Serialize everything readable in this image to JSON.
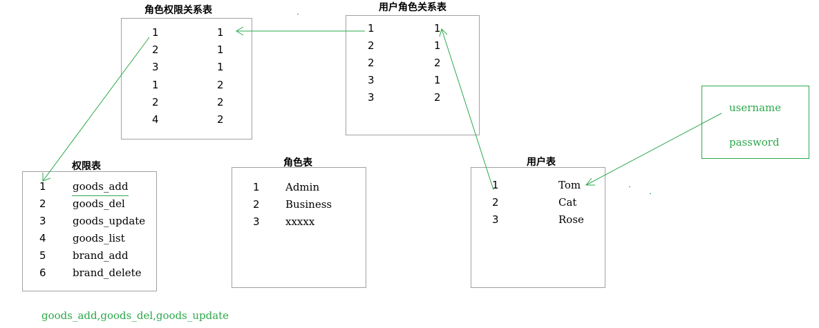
{
  "role_permission_table": {
    "title": "角色权限关系表",
    "rows": [
      [
        "1",
        "1"
      ],
      [
        "2",
        "1"
      ],
      [
        "3",
        "1"
      ],
      [
        "1",
        "2"
      ],
      [
        "2",
        "2"
      ],
      [
        "4",
        "2"
      ]
    ]
  },
  "user_role_table": {
    "title": "用户角色关系表",
    "rows": [
      [
        "1",
        "1"
      ],
      [
        "2",
        "1"
      ],
      [
        "2",
        "2"
      ],
      [
        "3",
        "1"
      ],
      [
        "3",
        "2"
      ]
    ]
  },
  "permission_table": {
    "title": "权限表",
    "rows": [
      [
        "1",
        "goods_add"
      ],
      [
        "2",
        "goods_del"
      ],
      [
        "3",
        "goods_update"
      ],
      [
        "4",
        "goods_list"
      ],
      [
        "5",
        "brand_add"
      ],
      [
        "6",
        "brand_delete"
      ]
    ]
  },
  "role_table": {
    "title": "角色表",
    "rows": [
      [
        "1",
        "Admin"
      ],
      [
        "2",
        "Business"
      ],
      [
        "3",
        "xxxxx"
      ]
    ]
  },
  "user_table": {
    "title": "用户表",
    "rows": [
      [
        "1",
        "Tom"
      ],
      [
        "2",
        "Cat"
      ],
      [
        "3",
        "Rose"
      ]
    ]
  },
  "login_box": {
    "username": "username",
    "password": "password"
  },
  "result_text": "goods_add,goods_del,goods_update",
  "colors": {
    "arrow": "#2aa84a",
    "border": "#a0a0a0",
    "text": "#000000"
  }
}
